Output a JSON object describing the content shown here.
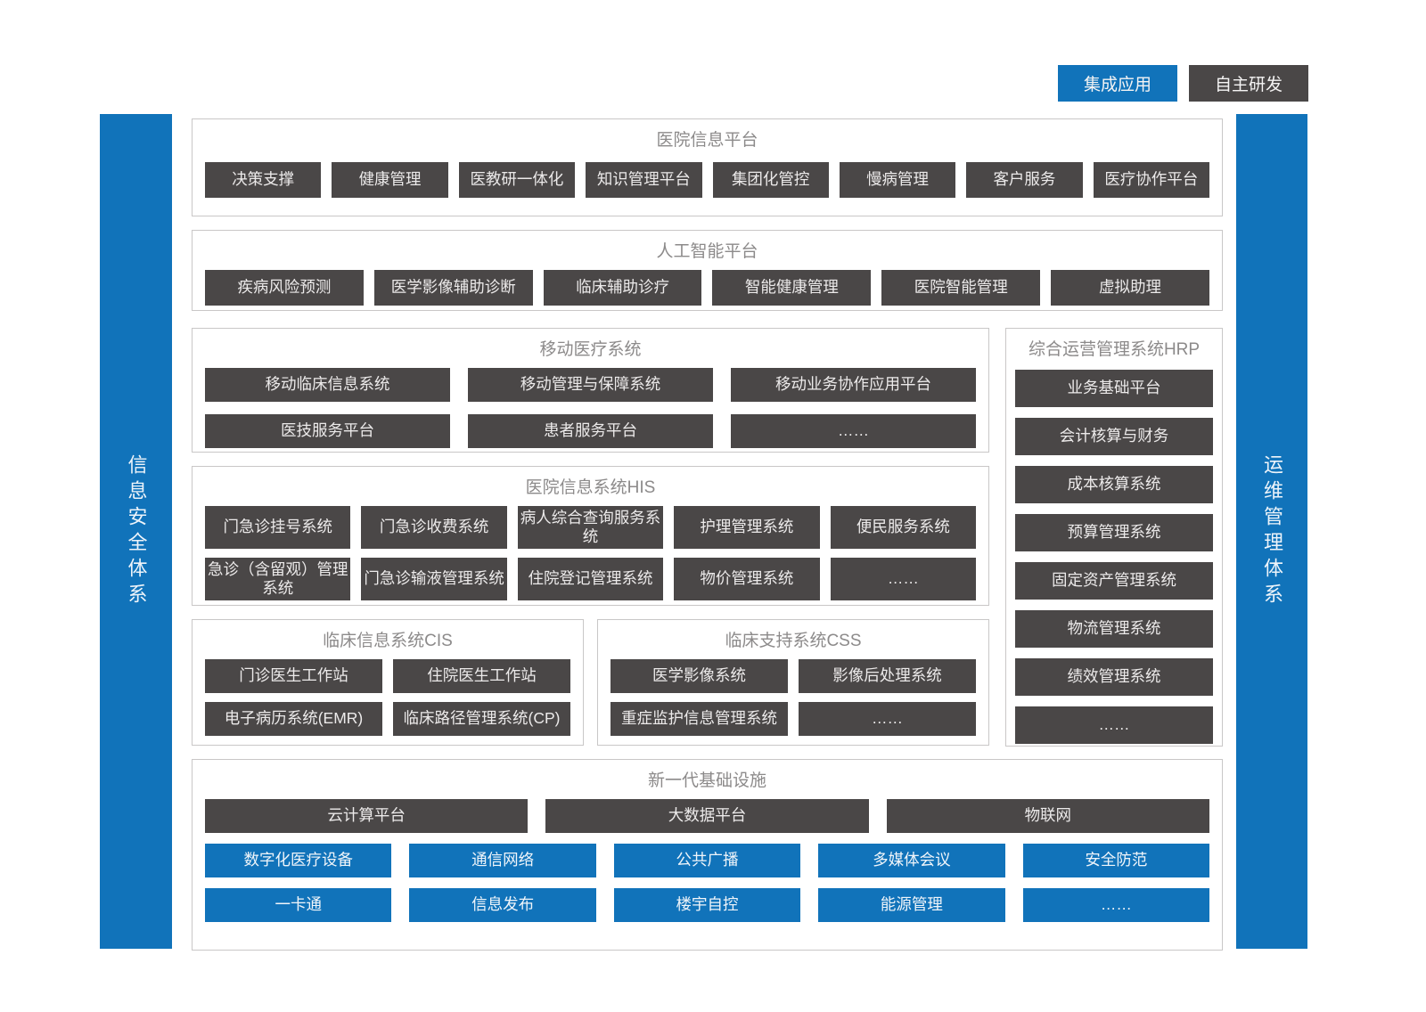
{
  "colors": {
    "accent_blue": "#1173ba",
    "module_dark": "#4a4747",
    "section_border": "#c9c7c7"
  },
  "legend": {
    "integrated": "集成应用",
    "self_developed": "自主研发"
  },
  "side_bars": {
    "left": "信息安全体系",
    "right": "运维管理体系"
  },
  "sections": {
    "platform": {
      "title": "医院信息平台",
      "items": [
        "决策支撑",
        "健康管理",
        "医教研一体化",
        "知识管理平台",
        "集团化管控",
        "慢病管理",
        "客户服务",
        "医疗协作平台"
      ]
    },
    "ai": {
      "title": "人工智能平台",
      "items": [
        "疾病风险预测",
        "医学影像辅助诊断",
        "临床辅助诊疗",
        "智能健康管理",
        "医院智能管理",
        "虚拟助理"
      ]
    },
    "mobile": {
      "title": "移动医疗系统",
      "row1": [
        "移动临床信息系统",
        "移动管理与保障系统",
        "移动业务协作应用平台"
      ],
      "row2": [
        "医技服务平台",
        "患者服务平台",
        "……"
      ]
    },
    "hrp": {
      "title": "综合运营管理系统HRP",
      "items": [
        "业务基础平台",
        "会计核算与财务",
        "成本核算系统",
        "预算管理系统",
        "固定资产管理系统",
        "物流管理系统",
        "绩效管理系统",
        "……"
      ]
    },
    "his": {
      "title": "医院信息系统HIS",
      "row1": [
        "门急诊挂号系统",
        "门急诊收费系统",
        "病人综合查询服务系统",
        "护理管理系统",
        "便民服务系统"
      ],
      "row2": [
        "急诊（含留观）管理系统",
        "门急诊输液管理系统",
        "住院登记管理系统",
        "物价管理系统",
        "……"
      ]
    },
    "cis": {
      "title": "临床信息系统CIS",
      "row1": [
        "门诊医生工作站",
        "住院医生工作站"
      ],
      "row2": [
        "电子病历系统(EMR)",
        "临床路径管理系统(CP)"
      ]
    },
    "css_support": {
      "title": "临床支持系统CSS",
      "row1": [
        "医学影像系统",
        "影像后处理系统"
      ],
      "row2": [
        "重症监护信息管理系统",
        "……"
      ]
    },
    "infra": {
      "title": "新一代基础设施",
      "dark_row": [
        "云计算平台",
        "大数据平台",
        "物联网"
      ],
      "blue_row1": [
        "数字化医疗设备",
        "通信网络",
        "公共广播",
        "多媒体会议",
        "安全防范"
      ],
      "blue_row2": [
        "一卡通",
        "信息发布",
        "楼宇自控",
        "能源管理",
        "……"
      ]
    }
  }
}
